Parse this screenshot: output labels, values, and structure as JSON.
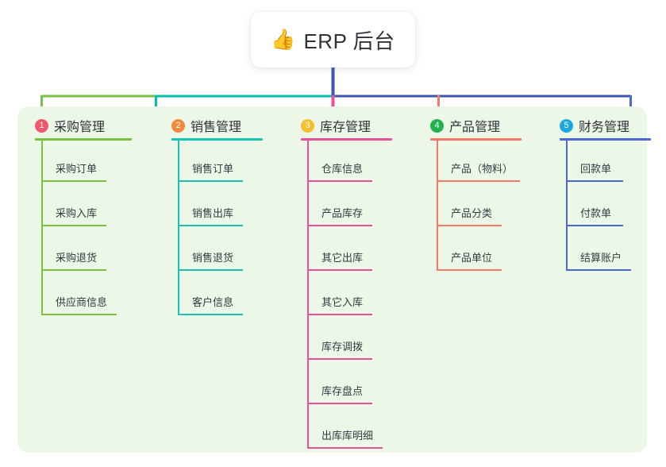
{
  "root": {
    "icon": "thumbs-up-icon",
    "emoji": "👍",
    "title": "ERP 后台"
  },
  "palette": {
    "board_bg": "#edf7e8",
    "page_bg": "#ffffff",
    "text": "#2f3338",
    "stem": "#4054b2",
    "green": "#7ac143",
    "teal": "#00bfae",
    "pink": "#e8519c",
    "salmon": "#f4796b",
    "blue": "#4a69d4"
  },
  "columns": [
    {
      "number": "1",
      "badge_color": "#f2566a",
      "line_color": "#7ac143",
      "label": "采购管理",
      "head_rule_width": 122,
      "items": [
        {
          "label": "采购订单",
          "rule_width": 82
        },
        {
          "label": "采购入库",
          "rule_width": 82
        },
        {
          "label": "采购退货",
          "rule_width": 82
        },
        {
          "label": "供应商信息",
          "rule_width": 95
        }
      ]
    },
    {
      "number": "2",
      "badge_color": "#f2883a",
      "line_color": "#17c3b2",
      "label": "销售管理",
      "head_rule_width": 115,
      "items": [
        {
          "label": "销售订单",
          "rule_width": 82
        },
        {
          "label": "销售出库",
          "rule_width": 82
        },
        {
          "label": "销售退货",
          "rule_width": 82
        },
        {
          "label": "客户信息",
          "rule_width": 82
        }
      ]
    },
    {
      "number": "3",
      "badge_color": "#f4c02f",
      "line_color": "#e8519c",
      "label": "库存管理",
      "head_rule_width": 115,
      "items": [
        {
          "label": "仓库信息",
          "rule_width": 82
        },
        {
          "label": "产品库存",
          "rule_width": 82
        },
        {
          "label": "其它出库",
          "rule_width": 82
        },
        {
          "label": "其它入库",
          "rule_width": 82
        },
        {
          "label": "库存调拨",
          "rule_width": 82
        },
        {
          "label": "库存盘点",
          "rule_width": 82
        },
        {
          "label": "出库库明细",
          "rule_width": 95
        }
      ]
    },
    {
      "number": "4",
      "badge_color": "#22b24c",
      "line_color": "#f4796b",
      "label": "产品管理",
      "head_rule_width": 115,
      "items": [
        {
          "label": "产品（物料）",
          "rule_width": 105
        },
        {
          "label": "产品分类",
          "rule_width": 82
        },
        {
          "label": "产品单位",
          "rule_width": 82
        }
      ]
    },
    {
      "number": "5",
      "badge_color": "#1ca7e0",
      "line_color": "#4a69d4",
      "label": "财务管理",
      "head_rule_width": 115,
      "items": [
        {
          "label": "回款单",
          "rule_width": 72
        },
        {
          "label": "付款单",
          "rule_width": 72
        },
        {
          "label": "结算账户",
          "rule_width": 82
        }
      ]
    }
  ]
}
